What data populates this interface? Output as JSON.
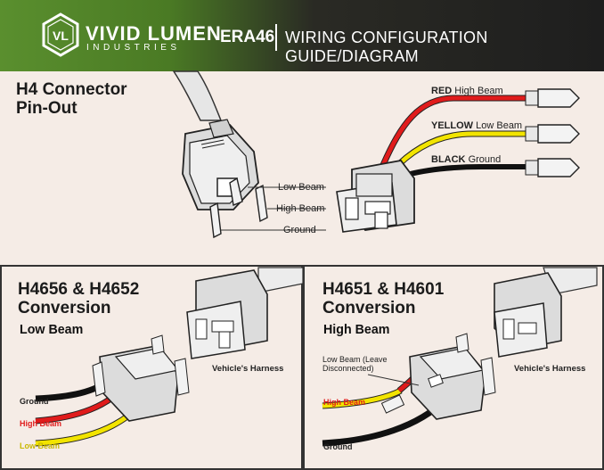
{
  "header": {
    "brand_name": "VIVID LUMEN",
    "brand_sub": "INDUSTRIES",
    "logo_letters": "VL",
    "model": "ERA46",
    "title": "WIRING CONFIGURATION GUIDE/DIAGRAM",
    "colors": {
      "green": "#5a8f2e",
      "dark": "#1e1e1e"
    }
  },
  "top": {
    "title_line1": "H4 Connector",
    "title_line2": "Pin-Out",
    "pin_labels": {
      "low": "Low Beam",
      "high": "High Beam",
      "ground": "Ground"
    },
    "wires": [
      {
        "color_word": "RED",
        "label": "High Beam",
        "color": "#e01b1b"
      },
      {
        "color_word": "YELLOW",
        "label": "Low Beam",
        "color": "#f2e400"
      },
      {
        "color_word": "BLACK",
        "label": "Ground",
        "color": "#111111"
      }
    ]
  },
  "left": {
    "title_line1": "H4656 & H4652",
    "title_line2": "Conversion",
    "subtitle": "Low Beam",
    "harness": "Vehicle's Harness",
    "wires": {
      "ground": "Ground",
      "high": "High Beam",
      "low": "Low Beam"
    }
  },
  "right": {
    "title_line1": "H4651 & H4601",
    "title_line2": "Conversion",
    "subtitle": "High Beam",
    "harness": "Vehicle's Harness",
    "note_line1": "Low Beam (Leave",
    "note_line2": "Disconnected)",
    "wires": {
      "high": "High Beam",
      "ground": "Ground"
    }
  }
}
